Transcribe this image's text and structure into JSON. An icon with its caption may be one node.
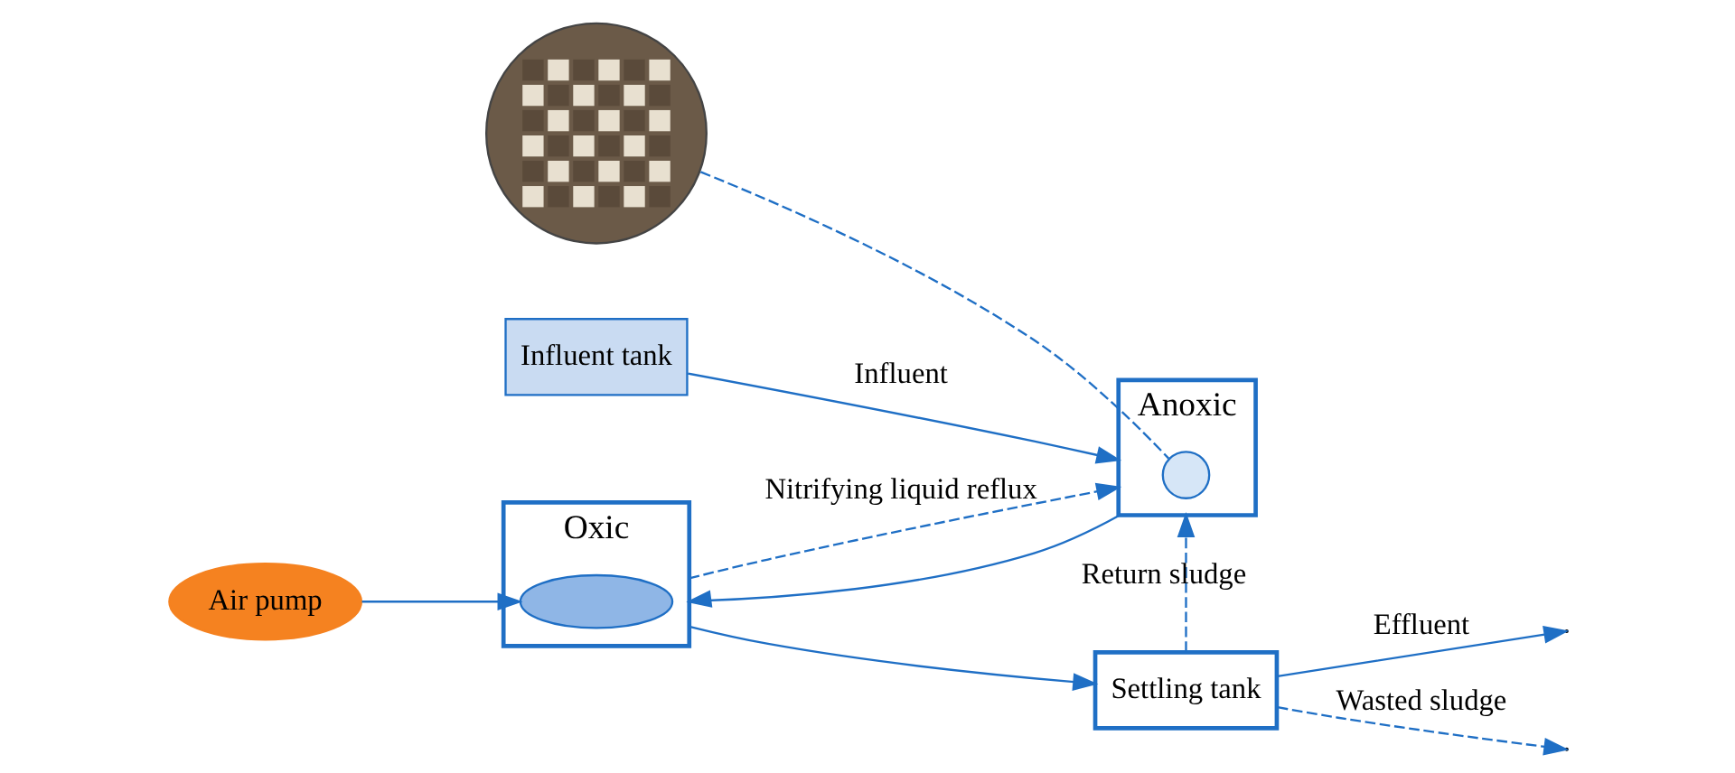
{
  "diagram": {
    "nodes": [
      {
        "text": [
          "Influent tank"
        ]
      },
      {
        "text": [
          "Anoxic"
        ]
      },
      {
        "text": [],
        "shape": "circle",
        "in": 1
      },
      {
        "text": [
          "Oxic"
        ]
      },
      {
        "text": [],
        "shape": "ellipse",
        "in": 3
      },
      {
        "text": [
          "Settling tank"
        ]
      },
      {
        "text": [],
        "shape": "picture"
      },
      {
        "text": [
          "Air pump"
        ]
      }
    ],
    "edges": [
      {
        "from": 0,
        "to": 1,
        "arrow": "to",
        "label": "Influent"
      },
      {
        "from": 1,
        "to": 3,
        "arrow": "to"
      },
      {
        "from": 3,
        "to": 5,
        "arrow": "to"
      },
      {
        "from": 3,
        "to": 1,
        "arrow": "to",
        "style": "dashed",
        "label": "Nitrifying liquid reflux"
      },
      {
        "from": 5,
        "to": null,
        "arrow": "to",
        "label": "Effluent"
      },
      {
        "from": 5,
        "to": 1,
        "arrow": "to",
        "style": "dashed",
        "label": "Return sludge"
      },
      {
        "from": 5,
        "to": null,
        "arrow": "to",
        "style": "dashed",
        "label": "Wasted sludge"
      },
      {
        "from": 7,
        "to": 4,
        "arrow": "to"
      },
      {
        "from": 6,
        "to": 2,
        "arrow": "none",
        "style": "dashed"
      }
    ]
  }
}
